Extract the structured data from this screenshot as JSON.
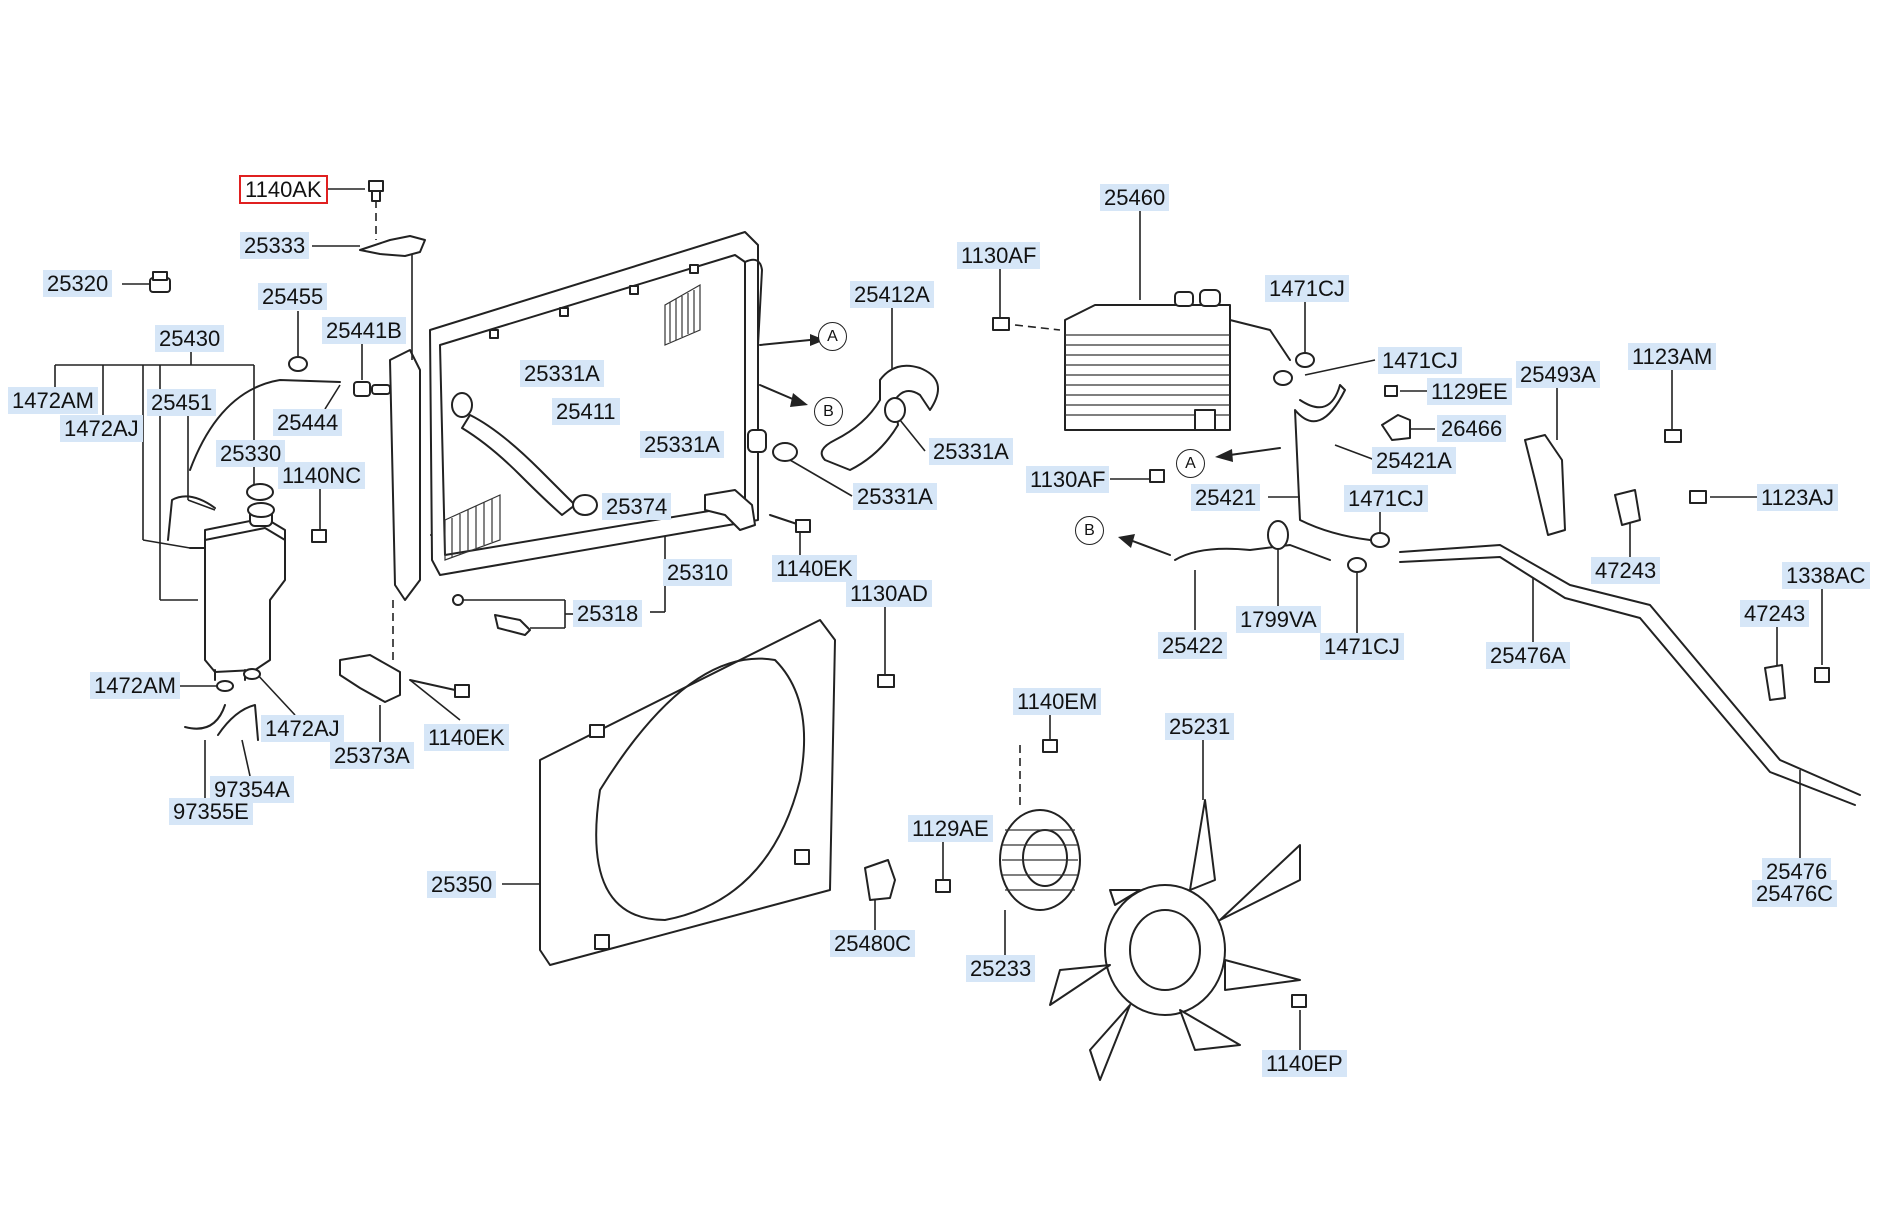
{
  "labels": {
    "l_1140AK": "1140AK",
    "l_25333": "25333",
    "l_25320": "25320",
    "l_25455": "25455",
    "l_25441B": "25441B",
    "l_25430": "25430",
    "l_1472AM_top": "1472AM",
    "l_25451": "25451",
    "l_1472AJ_top": "1472AJ",
    "l_25444": "25444",
    "l_25330": "25330",
    "l_1140NC": "1140NC",
    "l_25331A_1": "25331A",
    "l_25411": "25411",
    "l_25331A_2": "25331A",
    "l_25374": "25374",
    "l_25310": "25310",
    "l_25318": "25318",
    "l_1140EK_r": "1140EK",
    "l_1130AD": "1130AD",
    "l_1472AM_bot": "1472AM",
    "l_1472AJ_bot": "1472AJ",
    "l_97354A": "97354A",
    "l_97355E": "97355E",
    "l_25373A": "25373A",
    "l_1140EK_l": "1140EK",
    "l_25412A": "25412A",
    "l_25331A_3": "25331A",
    "l_25331A_4": "25331A",
    "l_25460": "25460",
    "l_1130AF_top": "1130AF",
    "l_1471CJ_1": "1471CJ",
    "l_1471CJ_2": "1471CJ",
    "l_1129EE": "1129EE",
    "l_26466": "26466",
    "l_25421A": "25421A",
    "l_1130AF_bot": "1130AF",
    "l_25421": "25421",
    "l_1471CJ_3": "1471CJ",
    "l_25422": "25422",
    "l_1799VA": "1799VA",
    "l_1471CJ_4": "1471CJ",
    "l_25493A": "25493A",
    "l_1123AM": "1123AM",
    "l_1123AJ": "1123AJ",
    "l_47243_1": "47243",
    "l_1338AC": "1338AC",
    "l_47243_2": "47243",
    "l_25476A": "25476A",
    "l_25476": "25476",
    "l_25476C": "25476C",
    "l_1140EM": "1140EM",
    "l_25231": "25231",
    "l_1129AE": "1129AE",
    "l_25350": "25350",
    "l_25480C": "25480C",
    "l_25233": "25233",
    "l_1140EP": "1140EP"
  },
  "markers": {
    "A1": "A",
    "B1": "B",
    "A2": "A",
    "B2": "B"
  },
  "highlight_color": "#e02020",
  "label_bg_color": "#d6e6f7"
}
